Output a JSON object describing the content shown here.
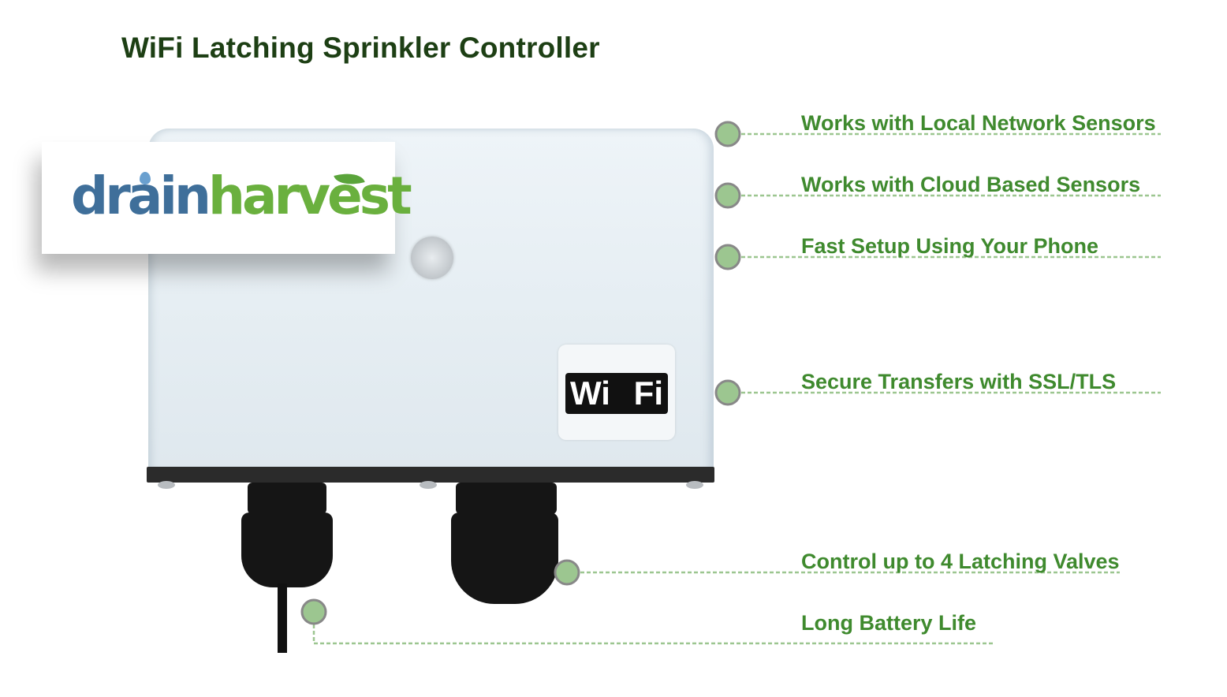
{
  "title": "WiFi Latching Sprinkler Controller",
  "logo": {
    "part1": "drain",
    "part2": "harvest"
  },
  "device_badge": {
    "left": "Wi",
    "right": "Fi"
  },
  "features": [
    "Works with Local Network Sensors",
    "Works with Cloud Based Sensors",
    "Fast Setup Using Your Phone",
    "Secure Transfers with SSL/TLS",
    "Control up to 4 Latching Valves",
    "Long Battery Life"
  ],
  "colors": {
    "title": "#1d3f14",
    "feature_text": "#3f8a2e",
    "dot": "#9cc690",
    "line": "#9cc690"
  }
}
